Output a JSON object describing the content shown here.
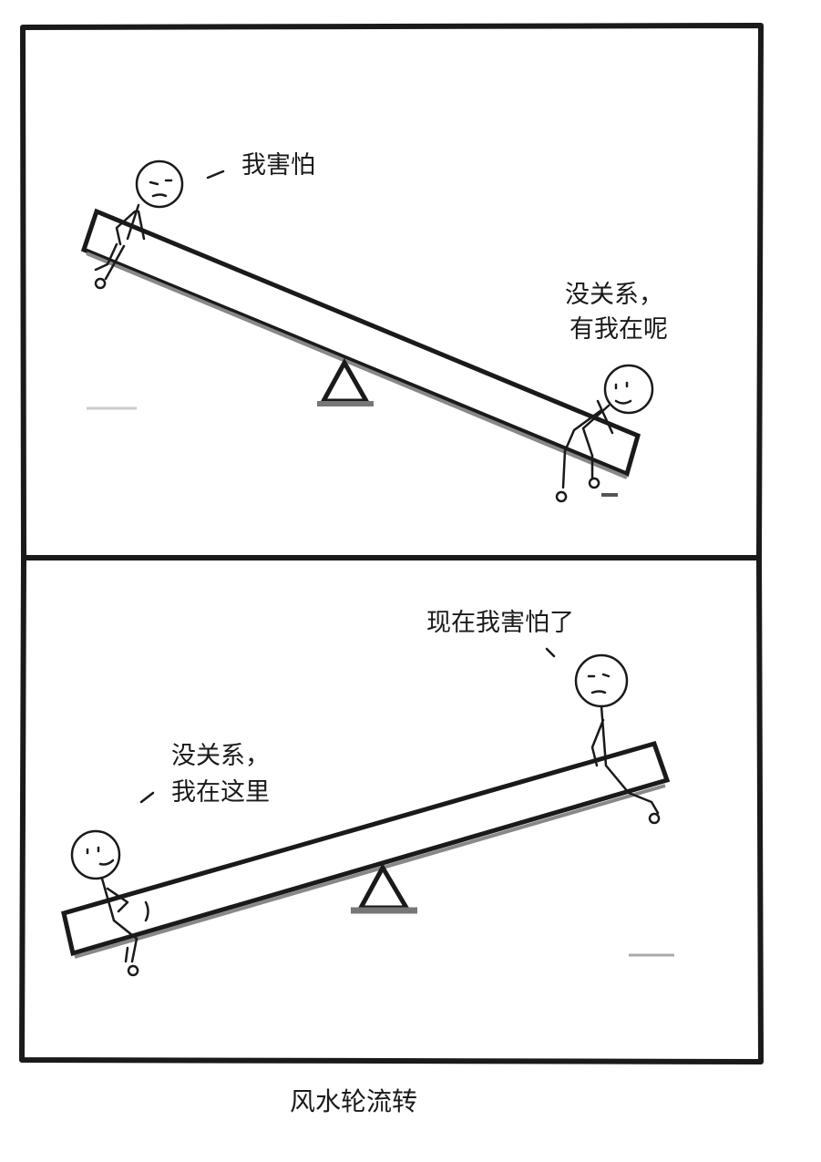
{
  "panels": [
    {
      "speech": [
        {
          "lines": [
            "我害怕"
          ]
        },
        {
          "lines": [
            "没关系，",
            "有我在呢"
          ]
        }
      ]
    },
    {
      "speech": [
        {
          "lines": [
            "现在我害怕了"
          ]
        },
        {
          "lines": [
            "没关系，",
            "我在这里"
          ]
        }
      ]
    }
  ],
  "caption": "风水轮流转",
  "colors": {
    "ink": "#1a1a1a",
    "shadow": "#888888"
  }
}
